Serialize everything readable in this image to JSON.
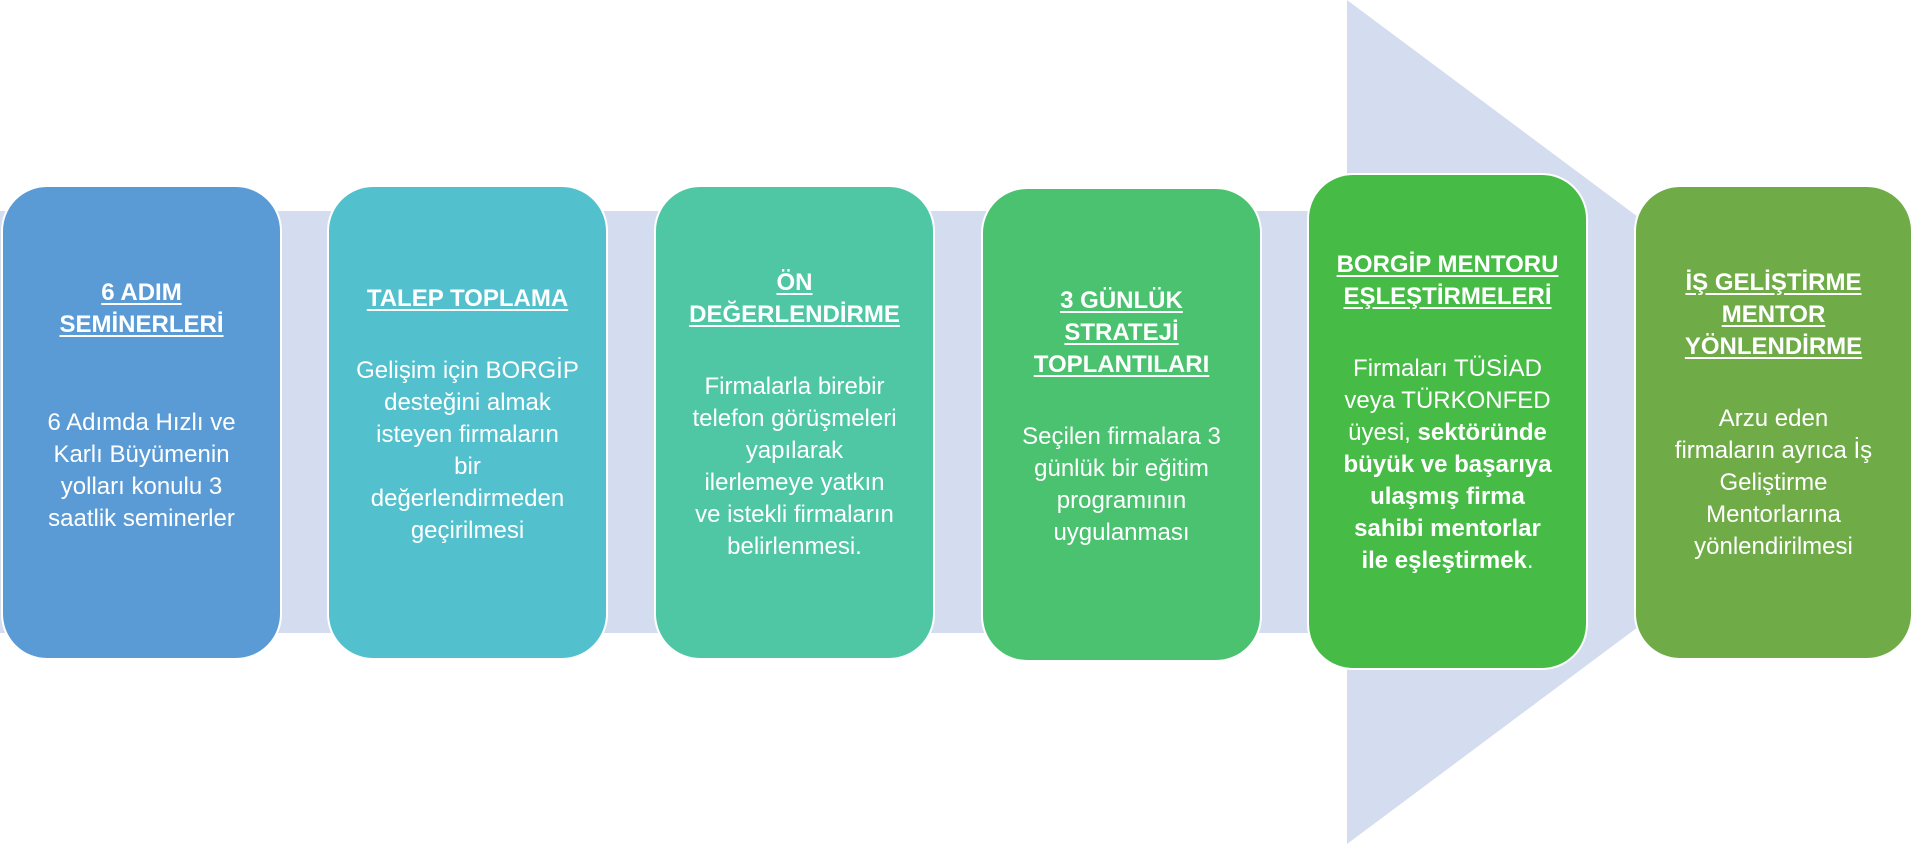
{
  "colors": {
    "arrow": "#d3ddef",
    "step1": "#5b9bd5",
    "step2": "#53c1cd",
    "step3": "#4fc7a4",
    "step4": "#4ac270",
    "step5": "#46bb46",
    "step6": "#6fab47",
    "text": "#ffffff"
  },
  "steps": [
    {
      "title": "6 ADIM\nSEMİNERLERİ",
      "body": "6 Adımda Hızlı ve\nKarlı Büyümenin\nyolları konulu 3\nsaatlik seminerler"
    },
    {
      "title": "TALEP TOPLAMA",
      "body": "Gelişim için BORGİP\ndesteğini almak\nisteyen firmaların\nbir\ndeğerlendirmeden\ngeçirilmesi"
    },
    {
      "title": "ÖN\nDEĞERLENDİRME",
      "body": "Firmalarla birebir\ntelefon görüşmeleri\nyapılarak\nilerlemeye yatkın\nve istekli firmaların\nbelirlenmesi."
    },
    {
      "title": "3 GÜNLÜK\nSTRATEJİ\nTOPLANTILARI",
      "body": "Seçilen firmalara 3\ngünlük bir eğitim\nprogramının\nuygulanması"
    },
    {
      "title": "BORGİP MENTORU\nEŞLEŞTİRMELERİ",
      "body_normal_1": "Firmaları TÜSİAD\nveya TÜRKONFED\nüyesi, ",
      "body_bold": "sektöründe\nbüyük ve başarıya\nulaşmış firma\nsahibi mentorlar\nile eşleştirmek",
      "body_normal_2": "."
    },
    {
      "title": "İŞ GELİŞTİRME\nMENTOR\nYÖNLENDİRME",
      "body": "Arzu eden\nfirmaların ayrıca İş\nGeliştirme\nMentorlarına\nyönlendirilmesi"
    }
  ]
}
